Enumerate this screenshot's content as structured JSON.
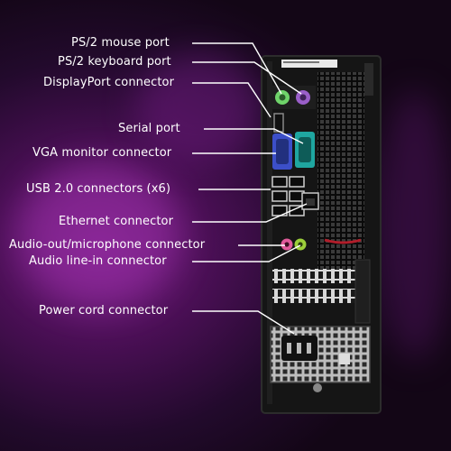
{
  "labels": [
    {
      "id": "ps2-mouse",
      "text": "PS/2 mouse port"
    },
    {
      "id": "ps2-keyboard",
      "text": "PS/2 keyboard port"
    },
    {
      "id": "displayport",
      "text": "DisplayPort connector"
    },
    {
      "id": "serial",
      "text": "Serial port"
    },
    {
      "id": "vga",
      "text": "VGA monitor connector"
    },
    {
      "id": "usb",
      "text": "USB 2.0 connectors (x6)"
    },
    {
      "id": "ethernet",
      "text": "Ethernet connector"
    },
    {
      "id": "audio-out",
      "text": "Audio-out/microphone connector"
    },
    {
      "id": "audio-in",
      "text": "Audio line-in connector"
    },
    {
      "id": "power",
      "text": "Power cord connector"
    }
  ],
  "colors": {
    "ps2_mouse": "#6fd46a",
    "ps2_keyboard": "#9a5fc9",
    "vga": "#3c4fc8",
    "serial": "#1fa6a0",
    "audio_mic": "#e05a9a",
    "audio_line": "#9ccf3a",
    "chassis": "#141414"
  }
}
